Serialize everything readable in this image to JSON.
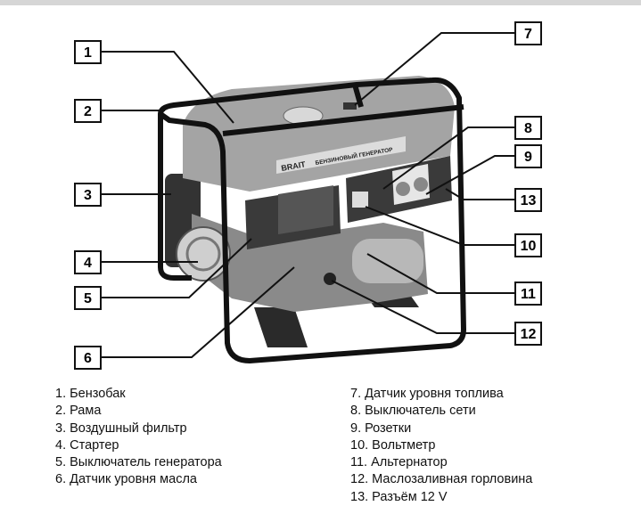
{
  "diagram": {
    "brand": "BRAIT",
    "product_label": "БЕНЗИНОВЫЙ ГЕНЕРАТОР",
    "callouts": [
      "1",
      "2",
      "3",
      "4",
      "5",
      "6",
      "7",
      "8",
      "9",
      "10",
      "11",
      "12",
      "13"
    ]
  },
  "legend": {
    "left": [
      "1. Бензобак",
      "2. Рама",
      "3. Воздушный фильтр",
      "4. Стартер",
      "5. Выключатель генератора",
      "6. Датчик уровня масла"
    ],
    "right": [
      "7. Датчик уровня топлива",
      "8. Выключатель сети",
      "9. Розетки",
      "10. Вольтметр",
      "11. Альтернатор",
      "12. Маслозаливная горловина",
      "13. Разъём 12 V"
    ]
  }
}
